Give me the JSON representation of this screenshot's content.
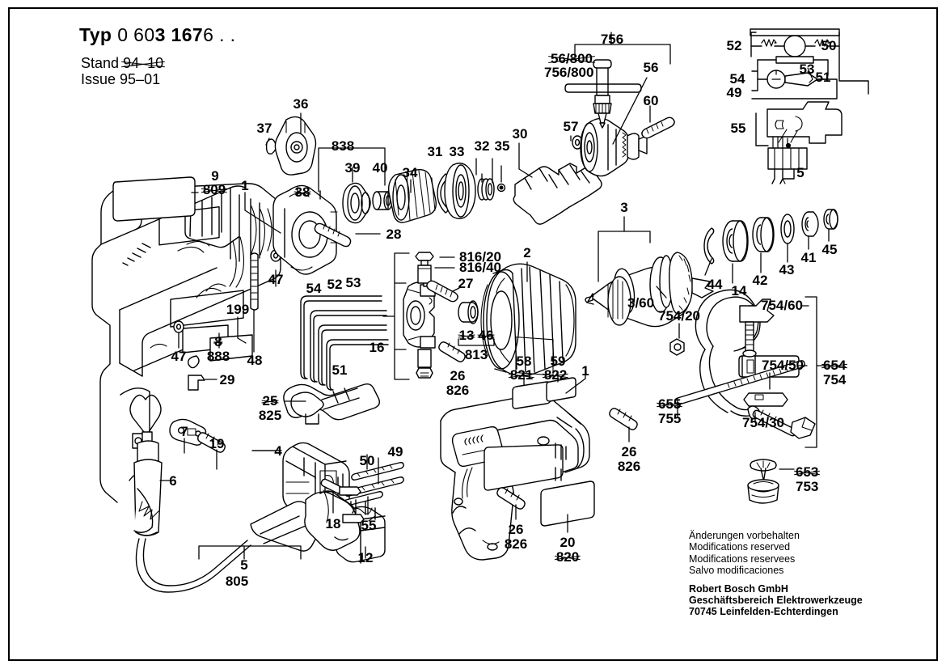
{
  "header": {
    "typ_prefix": "Typ",
    "typ_plain1": "0 60",
    "typ_bold": "3 167",
    "typ_plain2": "6 . .",
    "stand_label": "Stand",
    "stand_value": "94–10",
    "issue_label": "Issue",
    "issue_value": "95–01"
  },
  "footer": {
    "line_de": "Änderungen vorbehalten",
    "line_en": "Modifications reserved",
    "line_fr": "Modifications reservees",
    "line_es": "Salvo modificaciones",
    "company": "Robert Bosch GmbH",
    "division": "Geschäftsbereich Elektrowerkzeuge",
    "address": "70745 Leinfelden-Echterdingen"
  },
  "labels": {
    "n1": "1",
    "n1b": "1",
    "n1c": "1",
    "n2": "2",
    "n3": "3",
    "n3_60": "3/60",
    "n4": "4",
    "n5": "5",
    "n5b": "5",
    "n805": "805",
    "n6": "6",
    "n7": "7",
    "n8": "8",
    "n888": "888",
    "n9": "9",
    "n809": "809",
    "n12": "12",
    "n13": "13",
    "n813": "813",
    "n14": "14",
    "n16": "16",
    "n18": "18",
    "n19": "19",
    "n20": "20",
    "n820": "820",
    "n25": "25",
    "n825": "825",
    "n26a": "26",
    "n826a": "826",
    "n26b": "26",
    "n826b": "826",
    "n26c": "26",
    "n826c": "826",
    "n27": "27",
    "n28": "28",
    "n29": "29",
    "n30": "30",
    "n31": "31",
    "n32": "32",
    "n33": "33",
    "n34": "34",
    "n35": "35",
    "n36": "36",
    "n37": "37",
    "n38": "38",
    "n838": "838",
    "n39": "39",
    "n40": "40",
    "n41": "41",
    "n42": "42",
    "n43": "43",
    "n44": "44",
    "n45": "45",
    "n46": "46",
    "n47a": "47",
    "n47b": "47",
    "n48": "48",
    "n49a": "49",
    "n49b": "49",
    "n50a": "50",
    "n50b": "50",
    "n51a": "51",
    "n51b": "51",
    "n52a": "52",
    "n52b": "52",
    "n53a": "53",
    "n53b": "53",
    "n54a": "54",
    "n54b": "54",
    "n55a": "55",
    "n55b": "55",
    "n56": "56",
    "n56_800": "56/800",
    "n756": "756",
    "n756_800": "756/800",
    "n57": "57",
    "n58": "58",
    "n821": "821",
    "n59": "59",
    "n822": "822",
    "n60": "60",
    "n199": "199",
    "n653": "653",
    "n753": "753",
    "n654": "654",
    "n754": "754",
    "n655": "655",
    "n755": "755",
    "n754_20": "754/20",
    "n754_30": "754/30",
    "n754_50": "754/50",
    "n754_60": "754/60",
    "n816_20": "816/20",
    "n816_40": "816/40"
  }
}
